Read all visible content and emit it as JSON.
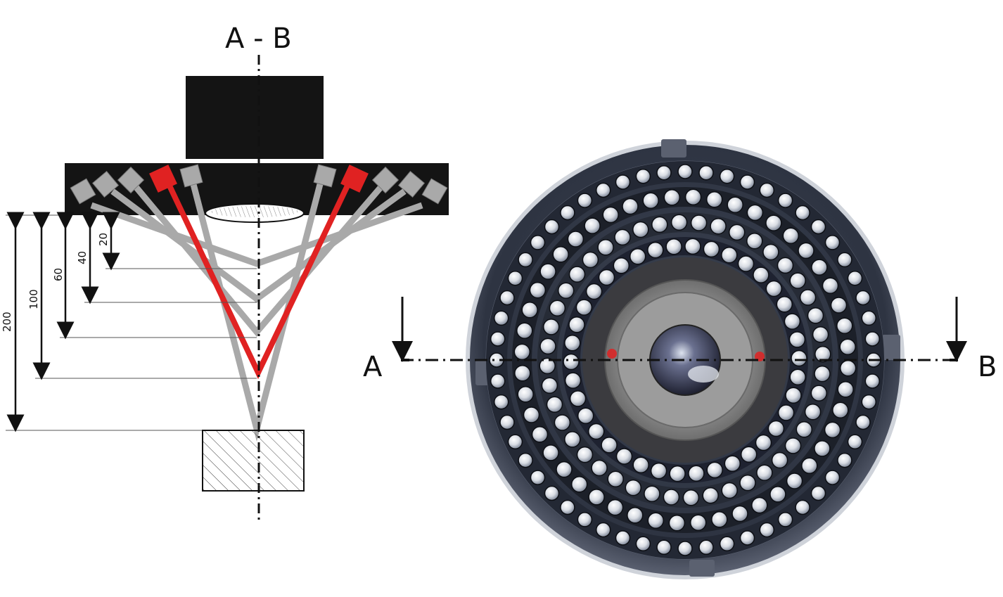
{
  "section_label": "A - B",
  "marker_a": "A",
  "marker_b": "B",
  "distances": [
    "20",
    "40",
    "60",
    "100",
    "200"
  ],
  "colors": {
    "body": "#141414",
    "beam_gray": "#a9a9a9",
    "beam_red": "#e02222",
    "ring_dark": "#2a3140",
    "ring_rim": "#4a5060",
    "hole": "#f5f7fa",
    "lens_metal": "#8c8c8c"
  }
}
